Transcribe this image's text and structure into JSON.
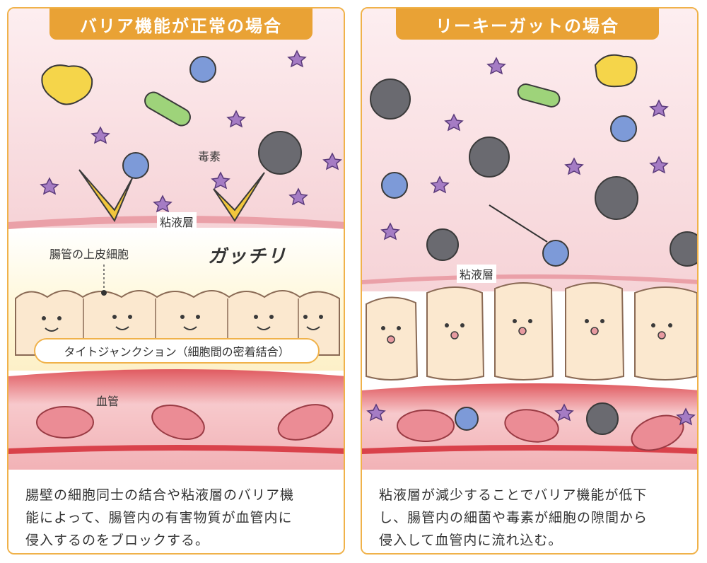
{
  "left": {
    "title": "バリア機能が正常の場合",
    "toxin_label": "毒素",
    "mucus_label": "粘液層",
    "epithelial_label": "腸管の上皮細胞",
    "gacchi": "ガッチリ",
    "tight_junction_label": "タイトジャンクション（細胞間の密着結合）",
    "blood_vessel_label": "血管",
    "caption_lines": [
      "腸壁の細胞同士の結合や粘液層のバリア機",
      "能によって、腸管内の有害物質が血管内に",
      "侵入するのをブロックする。"
    ]
  },
  "right": {
    "title": "リーキーガットの場合",
    "mucus_label": "粘液層",
    "caption_lines": [
      "粘液層が減少することでバリア機能が低下",
      "し、腸管内の細菌や毒素が細胞の隙間から",
      "侵入して血管内に流れ込む。"
    ]
  },
  "colors": {
    "border": "#f0b24a",
    "title_bg": "#e9a235",
    "gut_pink": "#f8dcdc",
    "cell_fill": "#fbe8cf",
    "blood_red": "#d9424b",
    "rbc": "#eb8c95",
    "virus_blue": "#7d9ad8",
    "toxin_purple": "#a57cc4",
    "bacteria_gray": "#6a6a70",
    "check_yellow": "#f1c63c"
  },
  "icons": {
    "virus": "virus-icon",
    "toxin": "toxin-star-icon",
    "bacteria": "bacteria-icon",
    "rod_bacteria": "rod-bacteria-icon",
    "yellow_germ": "yellow-germ-icon",
    "check": "check-mark-icon",
    "red_blood_cell": "red-blood-cell-icon",
    "epithelial_cell": "epithelial-cell-icon"
  }
}
